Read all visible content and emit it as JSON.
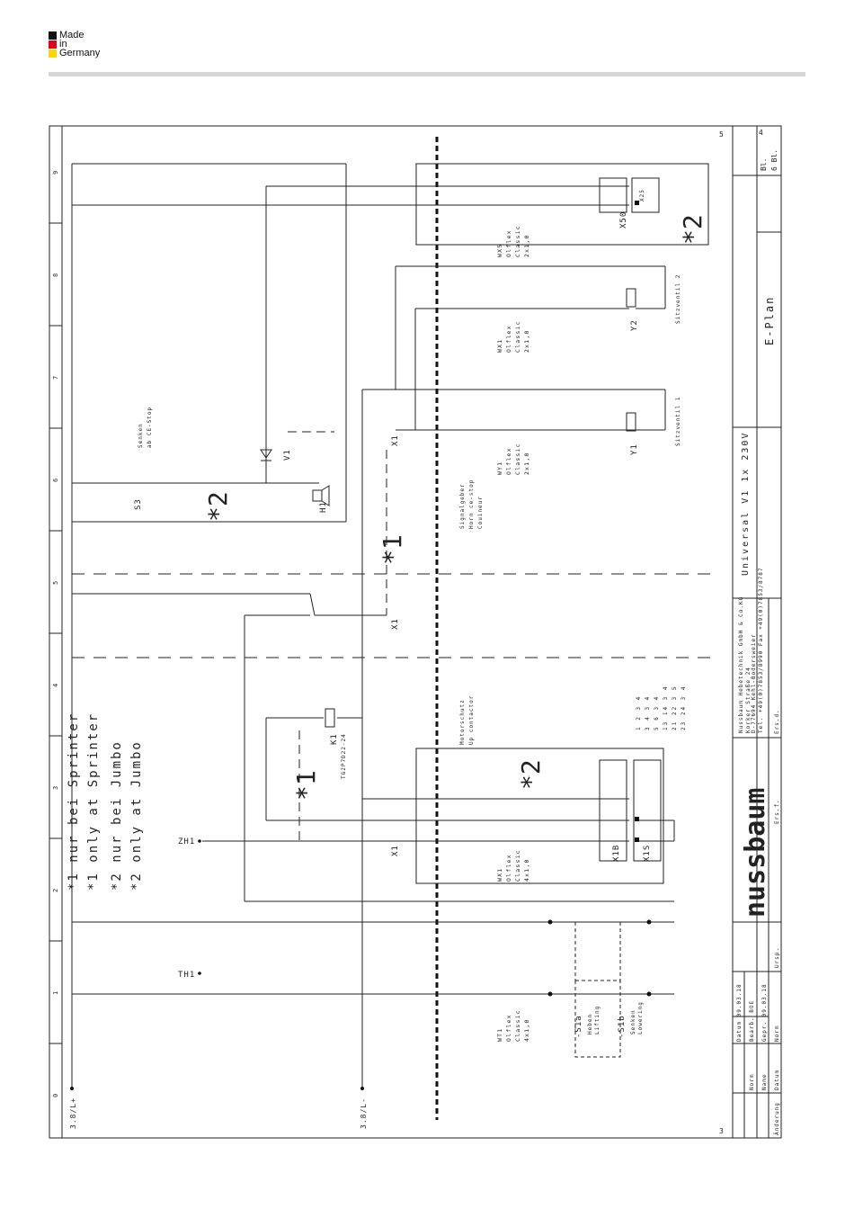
{
  "badge": {
    "line1": "Made",
    "line2": "in",
    "line3": "Germany"
  },
  "colors": {
    "black": "#111111",
    "red": "#e3001b",
    "yellow": "#ffd500",
    "rule": "#d6d6d6"
  },
  "legend": {
    "l1": "*1 nur bei Sprinter",
    "l2": "*1 only at Sprinter",
    "l3": "*2 nur bei Jumbo",
    "l4": "*2 only at Jumbo"
  },
  "marks": {
    "star1": "*1",
    "star2": "*2"
  },
  "columns": [
    "0",
    "1",
    "2",
    "3",
    "4",
    "5",
    "6",
    "7",
    "8",
    "9"
  ],
  "rails": {
    "plus": "3.8/L+",
    "minus": "3.8/L-"
  },
  "pages": {
    "prev": "3",
    "next": "5",
    "current": "4",
    "bl_a": "Bl.",
    "bl_b": "6 Bl."
  },
  "terminals": {
    "zh1": "ZH1",
    "th1": "TH1",
    "x1_1": "X1",
    "x1_2": "X1",
    "x1_3": "X1"
  },
  "cables": {
    "wt1": [
      "WT1",
      "Olflex",
      "Classic",
      "4x1,0"
    ],
    "wx1": [
      "WX1",
      "Olflex",
      "Classic",
      "4x1,0"
    ],
    "wy1": [
      "WY1",
      "Olflex",
      "Classic",
      "2x1,0"
    ],
    "wx1b": [
      "WX1",
      "Olflex",
      "Classic",
      "2x1,0"
    ],
    "wx5": [
      "WX5",
      "Olflex",
      "Classic",
      "2x1,0"
    ]
  },
  "components": {
    "s1a": "-S1a",
    "s1a_desc": [
      "Heben",
      "Lifting"
    ],
    "s1b": "-S1b",
    "s1b_desc": [
      "Senken",
      "Lowering"
    ],
    "k1": "K1",
    "k1_type": "TG2P7D22-24",
    "motor": [
      "Motorschutz",
      "Up contactor"
    ],
    "x1b": "X1B",
    "x1s": "X1S",
    "s3": "S3",
    "s3_desc": [
      "Senken",
      "ab CE-Stop"
    ],
    "v1": "V1",
    "h1": "H1",
    "signal": [
      "Signalgeber",
      "Horn ce-stop",
      "Couineur"
    ],
    "y1": "Y1",
    "y1_desc": "Sitzventil 1",
    "y2": "Y2",
    "y2_desc": "Sitzventil 2",
    "x50": "X50",
    "x25": "X25"
  },
  "contacts": [
    "1 2 3 4",
    "3 4 3 4",
    "5 6 3 4",
    "13 14 3 4",
    "21 22 3 5",
    "23 24 3 4"
  ],
  "titleblock": {
    "company": "Nussbaum Hebetechnik GmbH & Co.KG",
    "street": "Korker Straße 24",
    "city": "D-77694 Kehl-Bodersweier",
    "tel": "Tel. +49(0)7853/8990  Fax +49(0)7853/8787",
    "title": "Universal V1 1x 230V",
    "plan": "E-Plan",
    "logo": "nussbaum",
    "rows": [
      "Datum 09.03.18",
      "Bearb. BOE",
      "Gepr. 09.03.18",
      "Norm",
      "Ursp.",
      "Ers.f.",
      "Ers.d."
    ],
    "footer": [
      "Änderung",
      "Datum",
      "Name",
      "Norm"
    ]
  }
}
